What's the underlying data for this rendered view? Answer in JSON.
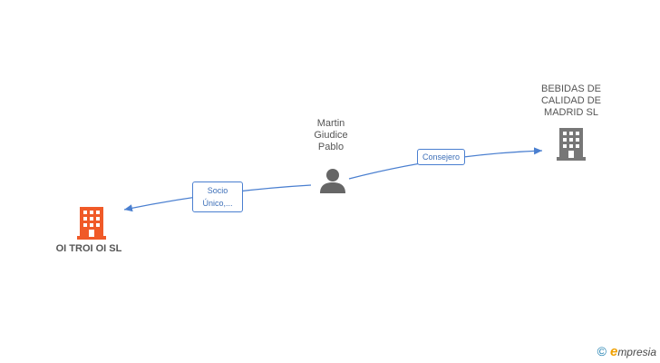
{
  "nodes": {
    "person": {
      "label_lines": [
        "Martin",
        "Giudice",
        "Pablo"
      ]
    },
    "company_bebidas": {
      "label_lines": [
        "BEBIDAS DE",
        "CALIDAD DE",
        "MADRID SL"
      ]
    },
    "company_main": {
      "label": "OI TROI OI SL"
    }
  },
  "edges": {
    "socio": {
      "label_lines": [
        "Socio",
        "Único,..."
      ]
    },
    "consejero": {
      "label": "Consejero"
    }
  },
  "brand": {
    "copyright": "©",
    "e": "e",
    "text": "mpresia"
  },
  "colors": {
    "edge": "#4a7fd0",
    "main_company": "#f05a28",
    "company": "#777777",
    "person": "#666666"
  }
}
